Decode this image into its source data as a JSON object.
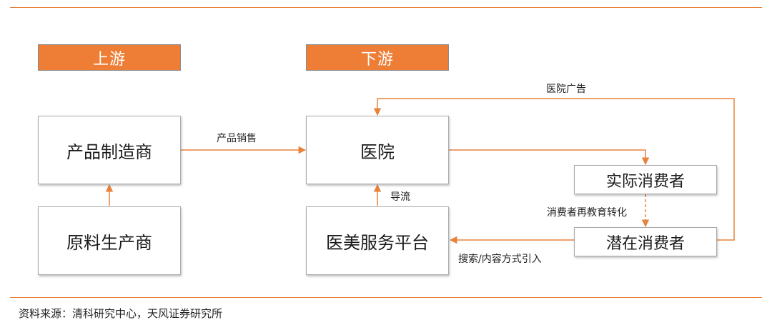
{
  "headers": {
    "upstream": "上游",
    "downstream": "下游"
  },
  "nodes": {
    "manufacturer": "产品制造商",
    "raw_material": "原料生产商",
    "hospital": "医院",
    "platform": "医美服务平台",
    "actual_consumer": "实际消费者",
    "potential_consumer": "潜在消费者"
  },
  "edge_labels": {
    "product_sales": "产品销售",
    "hospital_ads": "医院广告",
    "guidance": "导流",
    "re_education": "消费者再教育转化",
    "search_content": "搜索/内容方式引入"
  },
  "source": "资料来源：清科研究中心，天风证券研究所",
  "colors": {
    "accent": "#ee7d35",
    "edge": "#e8823a"
  }
}
